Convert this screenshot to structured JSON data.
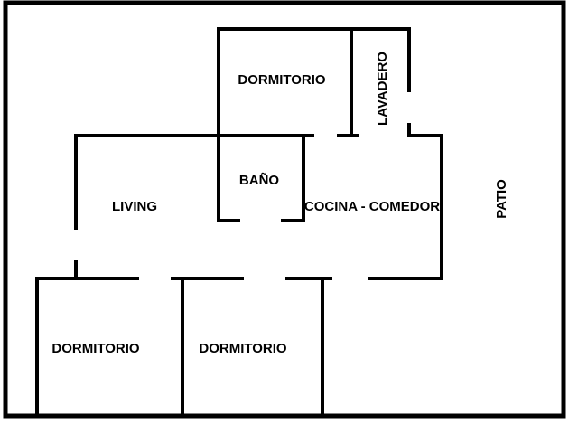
{
  "floor_plan": {
    "colors": {
      "background": "#ffffff",
      "walls": "#000000"
    },
    "labels": {
      "dormitorio_top": "DORMITORIO",
      "lavadero": "LAVADERO",
      "bano": "BAÑO",
      "living": "LIVING",
      "cocina_comedor": "COCINA - COMEDOR",
      "patio": "PATIO",
      "dormitorio_bottom_left": "DORMITORIO",
      "dormitorio_bottom_middle": "DORMITORIO"
    }
  }
}
